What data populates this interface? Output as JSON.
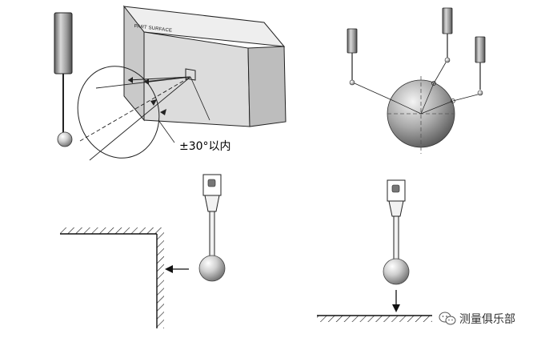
{
  "labels": {
    "part_surface": "PART SURFACE",
    "angle_limit": "±30°以内",
    "watermark": "测量俱乐部"
  },
  "colors": {
    "line": "#1a1a1a",
    "part_face_light": "#dcdcdc",
    "part_face_dark": "#bdbdbd",
    "stylus_shaft": "#8a8a8a",
    "sphere": "#bfbfbf"
  },
  "icons": [
    "wechat-icon"
  ]
}
